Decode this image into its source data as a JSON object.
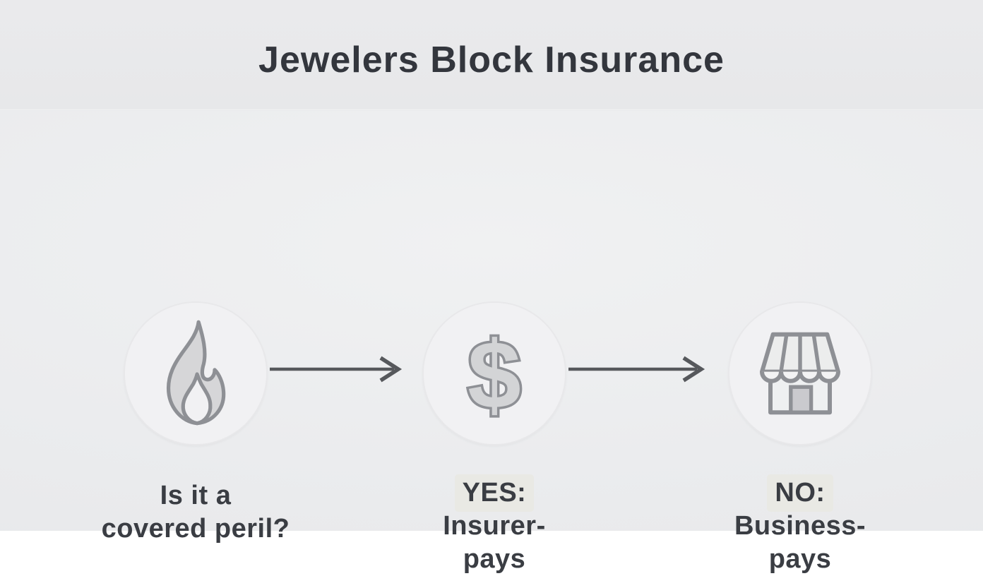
{
  "title": "Jewelers Block Insurance",
  "flow": {
    "nodes": [
      {
        "icon": "flame-icon",
        "badge": "",
        "lines": [
          "Is it a",
          "covered peril?"
        ]
      },
      {
        "icon": "dollar-icon",
        "badge": "YES:",
        "lines": [
          "Insurer-",
          "pays"
        ]
      },
      {
        "icon": "storefront-icon",
        "badge": "NO:",
        "lines": [
          "Business-",
          "pays"
        ]
      }
    ],
    "dollar_symbol": "$"
  },
  "colors": {
    "background": "#e9eaec",
    "header_band": "#e8e9ea",
    "title_text": "#33363d",
    "caption_text": "#3a3d43",
    "arrow": "#56585c",
    "circle_fill": "#f1f1f3",
    "icon_stroke": "#8e9095",
    "icon_fill": "#d6d6d8",
    "door_fill": "#cacace",
    "badge_highlight": "#e9e9e4"
  }
}
